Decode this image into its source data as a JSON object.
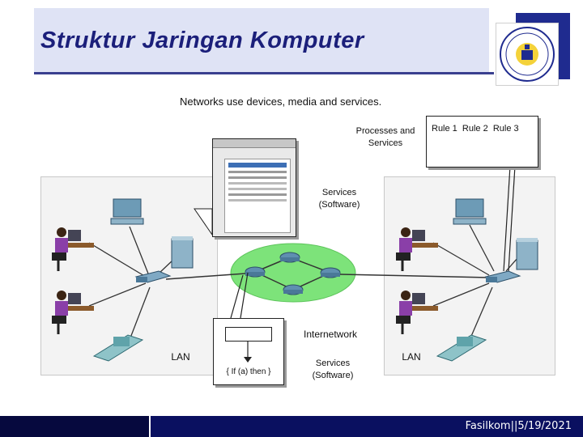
{
  "slide": {
    "title": "Struktur Jaringan Komputer",
    "footer": "Fasilkom||5/19/2021"
  },
  "diagram": {
    "heading": "Networks use devices, media and services.",
    "processes_label": "Processes and\nServices",
    "rules_text": "Rule 1  Rule 2  Rule 3",
    "services_top": "Services\n(Software)",
    "services_bottom": "Services\n(Software)",
    "internetwork_label": "Internetwork",
    "lan_left": "LAN",
    "lan_right": "LAN",
    "code_text": "{ If (a) then }"
  },
  "colors": {
    "title_bg": "#dfe3f5",
    "title_text": "#1b1f7a",
    "footer_bg": "#0a1060",
    "cloud": "#7de37a"
  }
}
